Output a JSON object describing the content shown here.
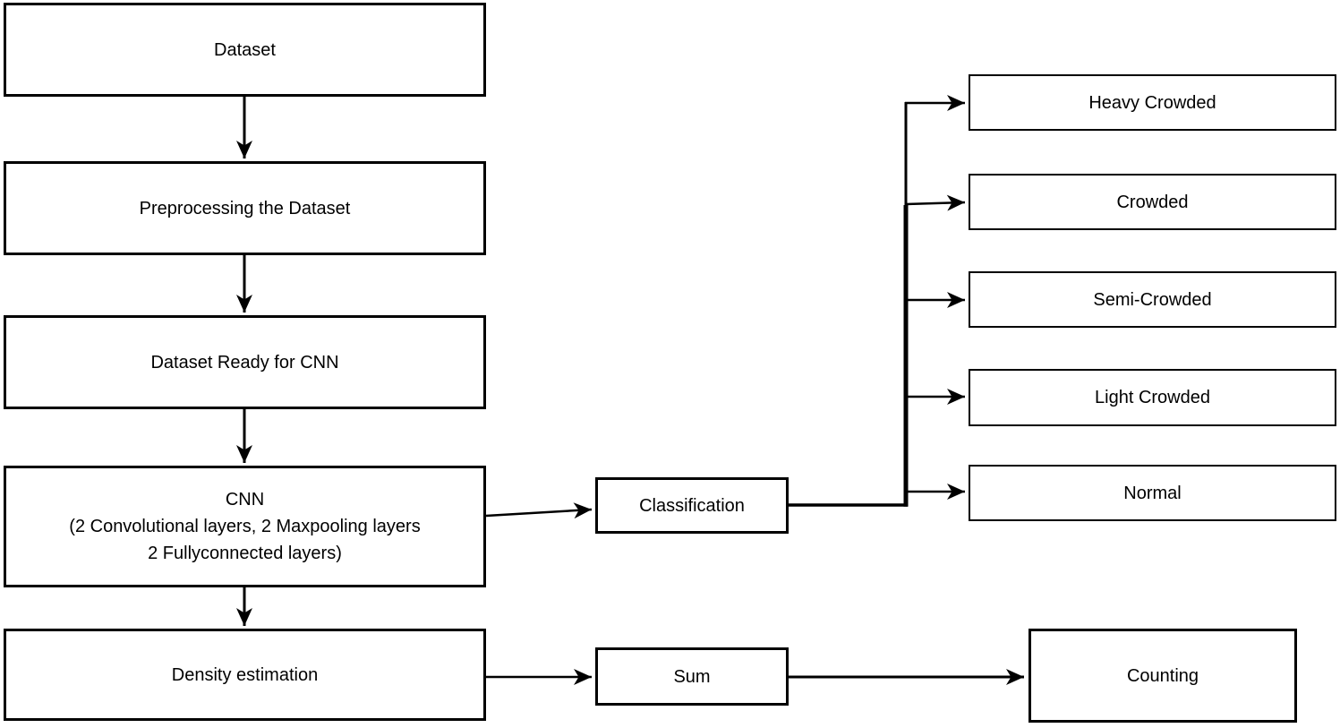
{
  "diagram": {
    "nodes": {
      "dataset": {
        "label": "Dataset"
      },
      "preprocessing": {
        "label": "Preprocessing the Dataset"
      },
      "dataset_ready": {
        "label": "Dataset Ready for CNN"
      },
      "cnn": {
        "line1": "CNN",
        "line2": "(2 Convolutional layers, 2 Maxpooling layers",
        "line3": "2 Fullyconnected layers)"
      },
      "density": {
        "label": "Density estimation"
      },
      "classification": {
        "label": "Classification"
      },
      "sum": {
        "label": "Sum"
      },
      "counting": {
        "label": "Counting"
      },
      "heavy_crowded": {
        "label": "Heavy Crowded"
      },
      "crowded": {
        "label": "Crowded"
      },
      "semi_crowded": {
        "label": "Semi-Crowded"
      },
      "light_crowded": {
        "label": "Light Crowded"
      },
      "normal": {
        "label": "Normal"
      }
    },
    "edges": [
      {
        "from": "Dataset",
        "to": "Preprocessing the Dataset"
      },
      {
        "from": "Preprocessing the Dataset",
        "to": "Dataset Ready for CNN"
      },
      {
        "from": "Dataset Ready for CNN",
        "to": "CNN"
      },
      {
        "from": "CNN",
        "to": "Classification"
      },
      {
        "from": "CNN",
        "to": "Density estimation"
      },
      {
        "from": "Classification",
        "to": "Heavy Crowded"
      },
      {
        "from": "Classification",
        "to": "Crowded"
      },
      {
        "from": "Classification",
        "to": "Semi-Crowded"
      },
      {
        "from": "Classification",
        "to": "Light Crowded"
      },
      {
        "from": "Classification",
        "to": "Normal"
      },
      {
        "from": "Density estimation",
        "to": "Sum"
      },
      {
        "from": "Sum",
        "to": "Counting"
      }
    ],
    "colors": {
      "background": "#ffffff",
      "node_fill": "#ffffff",
      "node_border": "#000000",
      "arrow": "#000000",
      "text": "#000000"
    }
  }
}
